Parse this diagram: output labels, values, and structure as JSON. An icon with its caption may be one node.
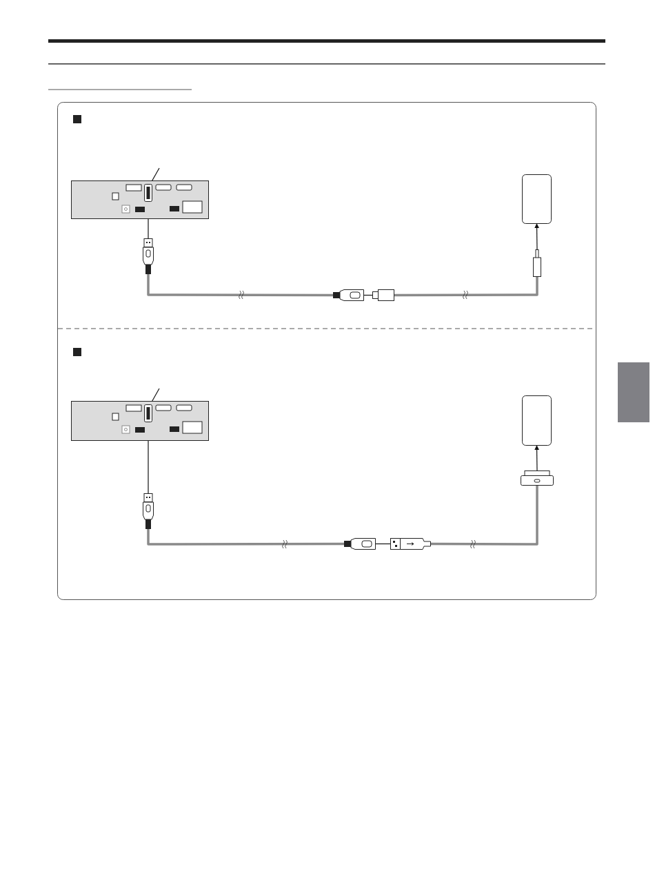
{
  "diagram": {
    "nodes": [
      {
        "text": [],
        "shape": "box"
      },
      {
        "text": [],
        "shape": "box",
        "in": 0
      },
      {
        "text": [],
        "shape": "plug"
      },
      {
        "text": [],
        "shape": "socket"
      },
      {
        "text": [],
        "shape": "plug"
      },
      {
        "text": [],
        "shape": "plug"
      },
      {
        "text": [],
        "shape": "box"
      },
      {
        "text": [],
        "shape": "box"
      },
      {
        "text": [],
        "shape": "box",
        "in": 7
      },
      {
        "text": [],
        "shape": "plug"
      },
      {
        "text": [],
        "shape": "socket"
      },
      {
        "text": [],
        "shape": "plug"
      },
      {
        "text": [],
        "shape": "plug"
      },
      {
        "text": [],
        "shape": "box"
      },
      {
        "text": [],
        "shape": "box"
      }
    ],
    "edges": [
      {
        "from": 2,
        "to": 1,
        "arrow": "to"
      },
      {
        "from": 2,
        "to": 3,
        "arrow": "none",
        "style": "thick",
        "color": "#8a8a8a"
      },
      {
        "from": 3,
        "to": 4,
        "arrow": "none"
      },
      {
        "from": 4,
        "to": 5,
        "arrow": "none",
        "style": "thick",
        "color": "#8a8a8a"
      },
      {
        "from": 5,
        "to": 6,
        "arrow": "to"
      },
      {
        "from": null,
        "to": 1,
        "arrow": "none"
      },
      {
        "from": 9,
        "to": 8,
        "arrow": "to"
      },
      {
        "from": 9,
        "to": 10,
        "arrow": "none",
        "style": "thick",
        "color": "#8a8a8a"
      },
      {
        "from": 10,
        "to": 11,
        "arrow": "none"
      },
      {
        "from": 11,
        "to": 12,
        "arrow": "none",
        "style": "thick",
        "color": "#8a8a8a"
      },
      {
        "from": 12,
        "to": 13,
        "arrow": "to"
      },
      {
        "from": null,
        "to": 8,
        "arrow": "none"
      }
    ]
  }
}
